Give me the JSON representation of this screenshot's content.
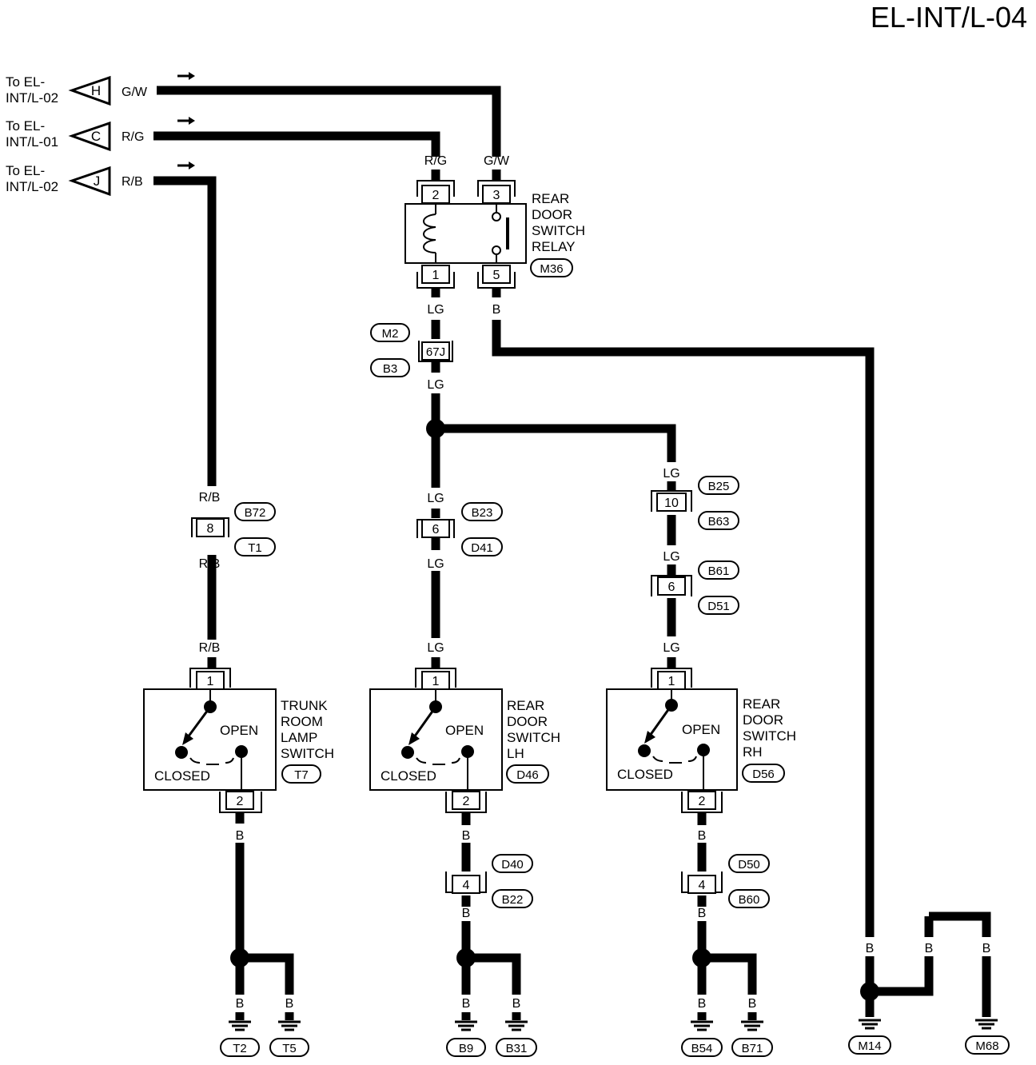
{
  "title": "EL-INT/L-04",
  "inputs": [
    {
      "to": "To EL-\nINT/L-02",
      "letter": "H",
      "wire": "G/W"
    },
    {
      "to": "To EL-\nINT/L-01",
      "letter": "C",
      "wire": "R/G"
    },
    {
      "to": "To EL-\nINT/L-02",
      "letter": "J",
      "wire": "R/B"
    }
  ],
  "relay": {
    "name": [
      "REAR",
      "DOOR",
      "SWITCH",
      "RELAY"
    ],
    "connector": "M36",
    "pins": {
      "top_left": "2",
      "top_right": "3",
      "bottom_left": "1",
      "bottom_right": "5"
    },
    "wires": {
      "top_left": "R/G",
      "top_right": "G/W",
      "bottom_left": "LG",
      "bottom_right": "B"
    }
  },
  "joint_67J": {
    "pin": "67J",
    "connectors": [
      "M2",
      "B3"
    ],
    "wire_below": "LG"
  },
  "switches": [
    {
      "name": [
        "TRUNK",
        "ROOM",
        "LAMP",
        "SWITCH"
      ],
      "connector": "T7",
      "wire_in": "R/B",
      "inline_pin": "8",
      "inline_connectors": [
        "B72",
        "T1"
      ],
      "wire_mid": "R/B",
      "wire_top": "R/B",
      "pin_top": "1",
      "pin_bottom": "2",
      "open": "OPEN",
      "closed": "CLOSED",
      "wire_out": "B",
      "grounds": [
        "T2",
        "T5"
      ],
      "ground_wires": [
        "B",
        "B"
      ]
    },
    {
      "name": [
        "REAR",
        "DOOR",
        "SWITCH",
        "LH"
      ],
      "connector": "D46",
      "wire_in": "LG",
      "inline_pin": "6",
      "inline_connectors": [
        "B23",
        "D41"
      ],
      "wire_mid": "LG",
      "wire_top": "LG",
      "pin_top": "1",
      "pin_bottom": "2",
      "open": "OPEN",
      "closed": "CLOSED",
      "wire_out": "B",
      "lower_pin": "4",
      "lower_connectors": [
        "D40",
        "B22"
      ],
      "wire_low": "B",
      "grounds": [
        "B9",
        "B31"
      ],
      "ground_wires": [
        "B",
        "B"
      ]
    },
    {
      "name": [
        "REAR",
        "DOOR",
        "SWITCH",
        "RH"
      ],
      "connector": "D56",
      "wire_in": "LG",
      "inline_pin": "10",
      "inline_connectors": [
        "B25",
        "B63"
      ],
      "wire_mid": "LG",
      "inline_pin2": "6",
      "inline_connectors2": [
        "B61",
        "D51"
      ],
      "wire_top": "LG",
      "pin_top": "1",
      "pin_bottom": "2",
      "open": "OPEN",
      "closed": "CLOSED",
      "wire_out": "B",
      "lower_pin": "4",
      "lower_connectors": [
        "D50",
        "B60"
      ],
      "wire_low": "B",
      "grounds": [
        "B54",
        "B71"
      ],
      "ground_wires": [
        "B",
        "B"
      ]
    }
  ],
  "relay_ground": {
    "wires": [
      "B",
      "B",
      "B"
    ],
    "grounds": [
      "M14",
      "M68"
    ]
  }
}
